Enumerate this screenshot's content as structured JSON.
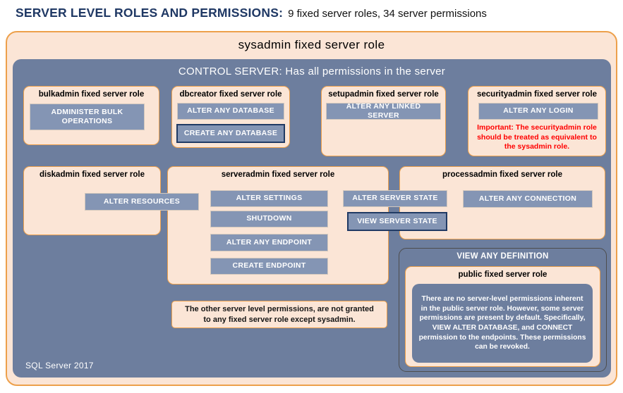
{
  "header": {
    "title": "SERVER LEVEL ROLES AND PERMISSIONS:",
    "subtitle": "9 fixed server roles, 34 server permissions"
  },
  "sysadmin": {
    "label": "sysadmin fixed server role",
    "control_server_label": "CONTROL SERVER: Has all permissions in the server",
    "footer": "SQL Server 2017"
  },
  "roles": {
    "bulkadmin": {
      "title": "bulkadmin fixed server role",
      "perm_administer_bulk": "ADMINISTER BULK OPERATIONS"
    },
    "dbcreator": {
      "title": "dbcreator fixed server role",
      "perm_alter_any_database": "ALTER ANY DATABASE",
      "perm_create_any_database": "CREATE ANY DATABASE"
    },
    "setupadmin": {
      "title": "setupadmin fixed server role",
      "perm_alter_any_linked_server": "ALTER ANY LINKED SERVER"
    },
    "securityadmin": {
      "title": "securityadmin fixed server role",
      "perm_alter_any_login": "ALTER ANY LOGIN",
      "warning": "Important: The securityadmin role should be treated as equivalent to the sysadmin role."
    },
    "diskadmin": {
      "title": "diskadmin fixed server role",
      "perm_alter_resources": "ALTER RESOURCES"
    },
    "serveradmin": {
      "title": "serveradmin fixed server role",
      "perm_alter_settings": "ALTER SETTINGS",
      "perm_shutdown": "SHUTDOWN",
      "perm_alter_any_endpoint": "ALTER ANY ENDPOINT",
      "perm_create_endpoint": "CREATE ENDPOINT",
      "perm_alter_server_state": "ALTER SERVER STATE",
      "perm_view_server_state": "VIEW SERVER STATE"
    },
    "processadmin": {
      "title": "processadmin fixed server role",
      "perm_alter_any_connection": "ALTER ANY CONNECTION"
    },
    "public": {
      "perm_view_any_definition": "VIEW ANY DEFINITION",
      "title": "public fixed server role",
      "description": "There are no server-level permissions inherent in the public server role. However, some server permissions are present by default. Specifically, VIEW ALTER DATABASE, and CONNECT permission to the endpoints. These permissions can be revoked."
    }
  },
  "notes": {
    "other_permissions": "The other server level permissions, are not granted to any fixed server role except sysadmin."
  },
  "colors": {
    "navy": "#1F3864",
    "peach": "#FBE5D6",
    "orange": "#EDA04B",
    "slate": "#6D7E9E",
    "button": "#8495B4",
    "red": "#FF0000",
    "highlight": "#203A64"
  }
}
